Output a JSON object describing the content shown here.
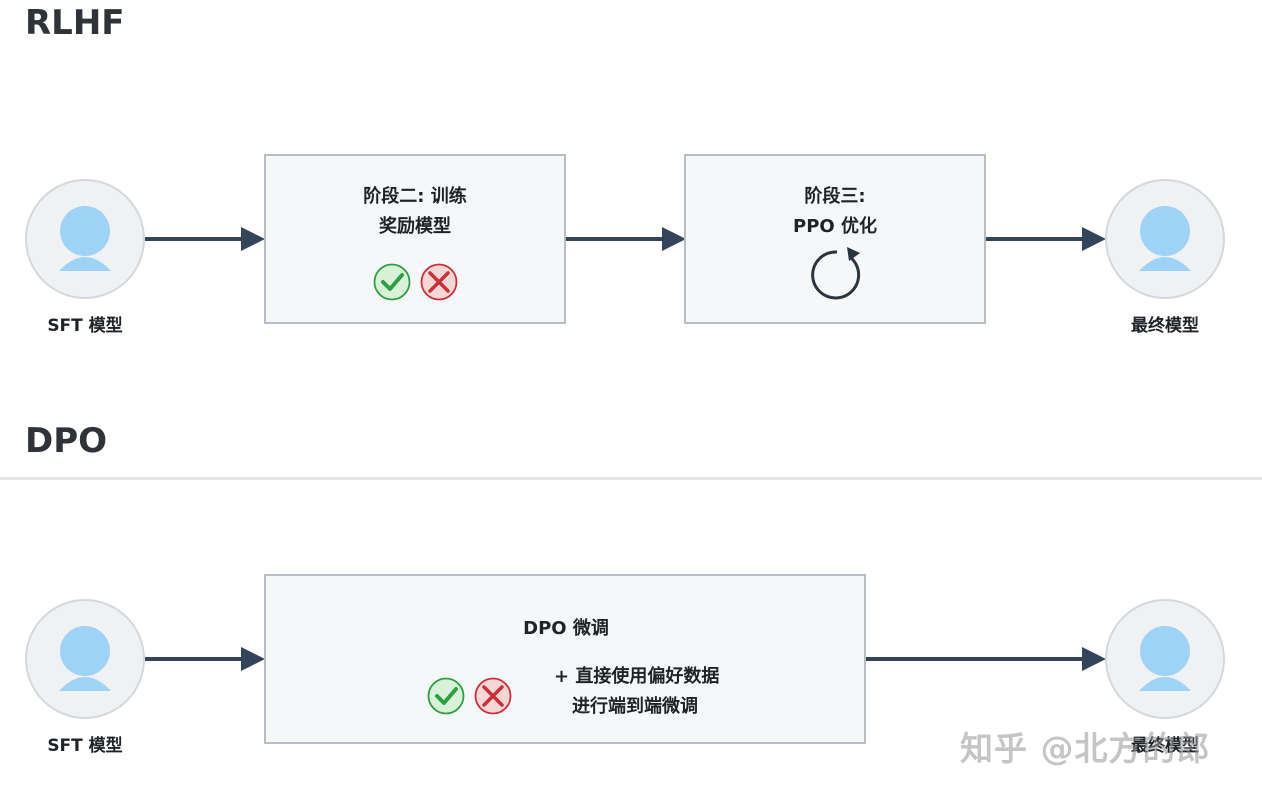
{
  "rlhf": {
    "title": "RLHF",
    "start_node_label": "SFT 模型",
    "stage2_line1": "阶段二: 训练",
    "stage2_line2": "奖励模型",
    "stage3_line1": "阶段三:",
    "stage3_line2": "PPO 优化",
    "end_node_label": "最终模型"
  },
  "dpo": {
    "title": "DPO",
    "start_node_label": "SFT 模型",
    "box_title": "DPO 微调",
    "box_line1": "+ 直接使用偏好数据",
    "box_line2": "进行端到端微调",
    "end_node_label": "最终模型"
  },
  "watermark": "知乎 @北方的郎",
  "colors": {
    "arrow": "#34445a",
    "avatar": "#9fd2f7",
    "check_fill": "#d8f2d8",
    "check_stroke": "#2e9e43",
    "cross_fill": "#f7d6d6",
    "cross_stroke": "#c6313a"
  },
  "icons": [
    "user-icon",
    "check-icon",
    "cross-icon",
    "cycle-icon"
  ]
}
